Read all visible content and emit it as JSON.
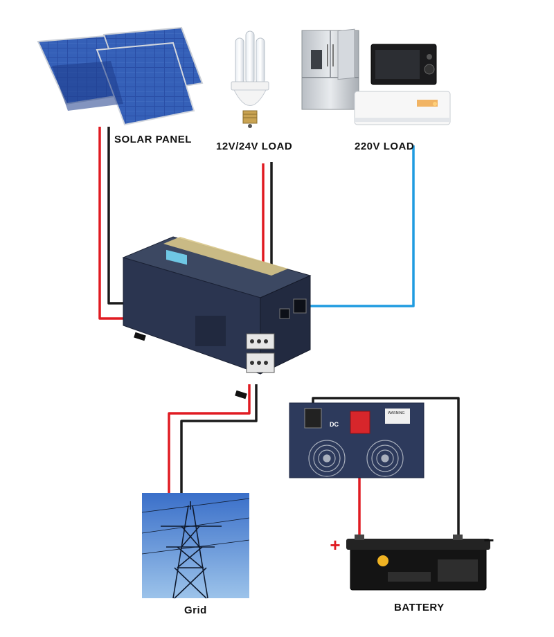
{
  "labels": {
    "solar_panel": "SOLAR PANEL",
    "dc_load": "12V/24V LOAD",
    "ac_load": "220V LOAD",
    "grid": "Grid",
    "battery": "BATTERY"
  },
  "inverter_back": {
    "dc_label": "DC",
    "warning_label": "WARNING"
  },
  "battery_unit": {
    "plus_sign": "+",
    "minus_sign": "−"
  },
  "colors": {
    "positive_wire": "#e01b22",
    "negative_wire": "#1a1a1a",
    "ac_wire": "#1f9be0",
    "inverter_body": "#2e3a52",
    "panel_cell": "#2b4fa8"
  }
}
